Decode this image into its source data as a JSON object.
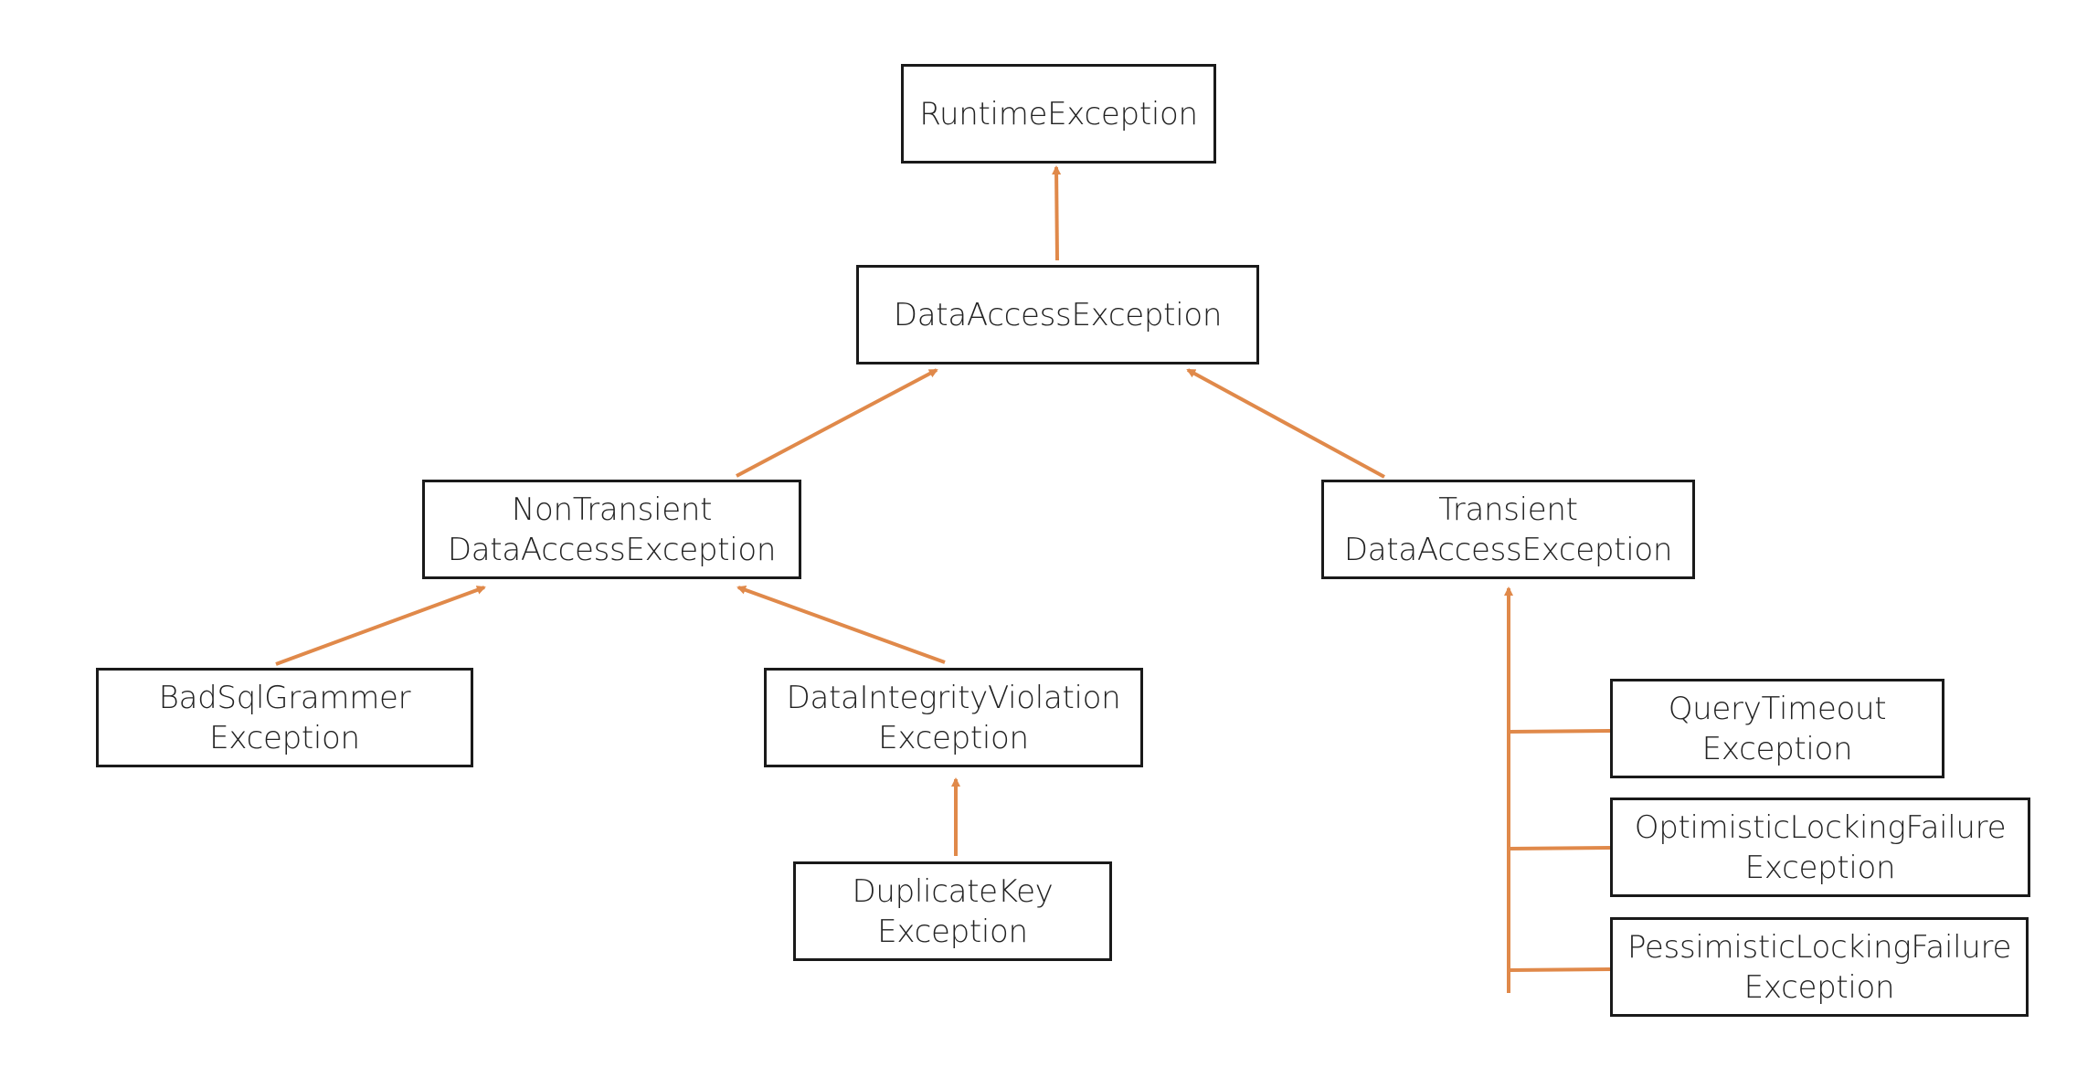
{
  "diagram": {
    "edge_color": "#e0894a",
    "box_border_color": "#1a1a1a",
    "nodes": {
      "runtime": {
        "lines": [
          "RuntimeException"
        ]
      },
      "data_access": {
        "lines": [
          "DataAccessException"
        ]
      },
      "non_transient": {
        "lines": [
          "NonTransient",
          "DataAccessException"
        ]
      },
      "transient": {
        "lines": [
          "Transient",
          "DataAccessException"
        ]
      },
      "bad_sql": {
        "lines": [
          "BadSqlGrammer",
          "Exception"
        ]
      },
      "data_integrity": {
        "lines": [
          "DataIntegrityViolation",
          "Exception"
        ]
      },
      "duplicate_key": {
        "lines": [
          "DuplicateKey",
          "Exception"
        ]
      },
      "query_timeout": {
        "lines": [
          "QueryTimeout",
          "Exception"
        ]
      },
      "optimistic_locking": {
        "lines": [
          "OptimisticLockingFailure",
          "Exception"
        ]
      },
      "pessimistic_locking": {
        "lines": [
          "PessimisticLockingFailure",
          "Exception"
        ]
      }
    },
    "edges": [
      {
        "from": "data_access",
        "to": "runtime"
      },
      {
        "from": "non_transient",
        "to": "data_access"
      },
      {
        "from": "transient",
        "to": "data_access"
      },
      {
        "from": "bad_sql",
        "to": "non_transient"
      },
      {
        "from": "data_integrity",
        "to": "non_transient"
      },
      {
        "from": "duplicate_key",
        "to": "data_integrity"
      },
      {
        "from": "query_timeout",
        "to": "transient"
      },
      {
        "from": "optimistic_locking",
        "to": "transient"
      },
      {
        "from": "pessimistic_locking",
        "to": "transient"
      }
    ]
  }
}
